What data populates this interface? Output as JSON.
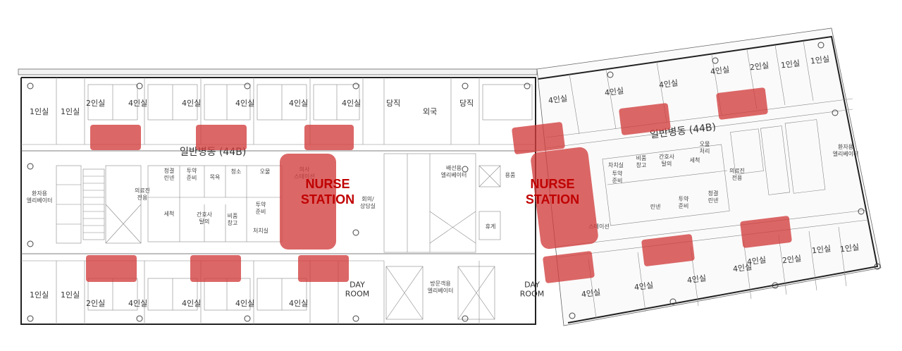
{
  "wards": {
    "left_label": "일반병동 (44B)",
    "right_label": "일반병동 (44B)"
  },
  "nurse_stations": [
    {
      "text": "NURSE\nSTATION"
    },
    {
      "text": "NURSE\nSTATION"
    }
  ],
  "rooms_top_left": [
    "1인실",
    "1인실",
    "2인실",
    "4인실",
    "4인실",
    "4인실",
    "4인실",
    "4인실"
  ],
  "rooms_top_mid": [
    "당직",
    "외국",
    "당직"
  ],
  "rooms_bottom_left": [
    "1인실",
    "1인실",
    "2인실",
    "4인실",
    "4인실",
    "4인실",
    "4인실"
  ],
  "rooms_top_right": [
    "4인실",
    "4인실",
    "4인실",
    "4인실",
    "2인실",
    "1인실",
    "1인실"
  ],
  "rooms_bottom_right": [
    "4인실",
    "4인실",
    "4인실",
    "4인실",
    "4인실",
    "2인실",
    "1인실",
    "1인실"
  ],
  "day_rooms": [
    "DAY\nROOM",
    "DAY\nROOM"
  ],
  "core_left": {
    "elevator": "환자용\n엘리베이터",
    "medical_waste": "의료진\n전용",
    "rooms": [
      "청결\n린넨",
      "투약\n준비",
      "목욕",
      "청소",
      "오물",
      "간호사\n탈의",
      "세척",
      "비품\n창고",
      "투약\n준비",
      "처치실",
      "의사\n스테이션"
    ]
  },
  "core_mid": {
    "elevator": "배선용\n엘리베이터",
    "visitor_elevator": "방문객용\n엘리베이터",
    "rooms": [
      "용품",
      "휴게",
      "회의/\n상담실"
    ]
  },
  "core_right": {
    "elevator": "환자용\n엘리베이터",
    "medical_waste": "의료진\n전용",
    "rooms": [
      "차치실",
      "비품\n창고",
      "간호사\n탈의",
      "세척",
      "투약\n준비",
      "오물\n처리",
      "린넨",
      "투약\n준비",
      "청결\n린넨",
      "스테이션"
    ]
  }
}
